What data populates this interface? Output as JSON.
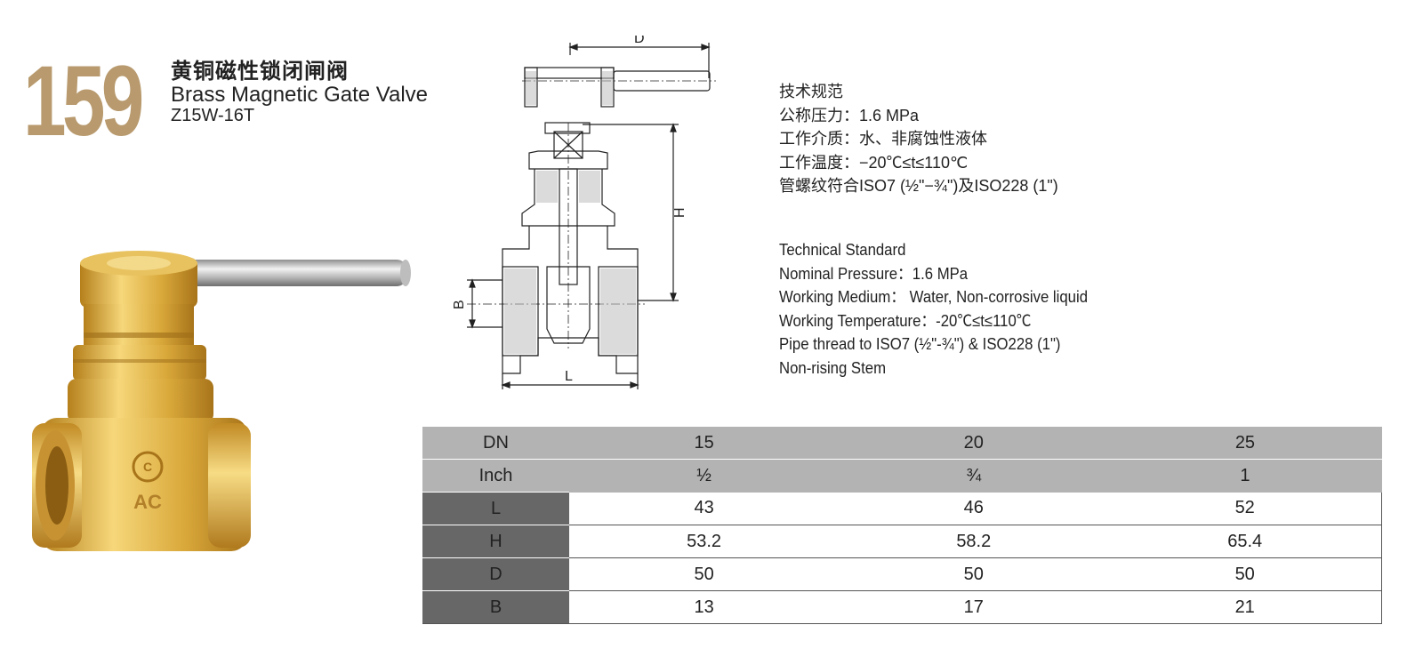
{
  "header": {
    "model_number": "159",
    "title_cn": "黄铜磁性锁闭闸阀",
    "title_en": "Brass Magnetic Gate Valve",
    "model_code": "Z15W-16T"
  },
  "drawing": {
    "dim_d": "D",
    "dim_h": "H",
    "dim_b": "B",
    "dim_l": "L"
  },
  "photo": {
    "logo_text": "AC"
  },
  "spec_cn": {
    "heading": "技术规范",
    "pressure": "公称压力：1.6 MPa",
    "medium": "工作介质：水、非腐蚀性液体",
    "temperature": "工作温度：−20℃≤t≤110℃",
    "thread": "管螺纹符合ISO7 (½\"−¾\")及ISO228 (1\")"
  },
  "spec_en": {
    "heading": "Technical Standard",
    "pressure": "Nominal Pressure：1.6 MPa",
    "medium": "Working Medium： Water, Non-corrosive liquid",
    "temperature": "Working Temperature：-20℃≤t≤110℃",
    "thread": "Pipe thread to ISO7 (½\"-¾\") & ISO228 (1\")",
    "stem": "Non-rising Stem"
  },
  "table": {
    "header_rows": [
      {
        "label": "DN",
        "values": [
          "15",
          "20",
          "25"
        ]
      },
      {
        "label": "Inch",
        "values": [
          "½",
          "¾",
          "1"
        ]
      }
    ],
    "rows": [
      {
        "label": "L",
        "values": [
          "43",
          "46",
          "52"
        ]
      },
      {
        "label": "H",
        "values": [
          "53.2",
          "58.2",
          "65.4"
        ]
      },
      {
        "label": "D",
        "values": [
          "50",
          "50",
          "50"
        ]
      },
      {
        "label": "B",
        "values": [
          "13",
          "17",
          "21"
        ]
      }
    ]
  },
  "colors": {
    "model_number": "#b89a6e",
    "table_header": "#b3b3b3",
    "table_label": "#676767",
    "brass": "#d9a83a",
    "steel": "#c8c8c8"
  }
}
